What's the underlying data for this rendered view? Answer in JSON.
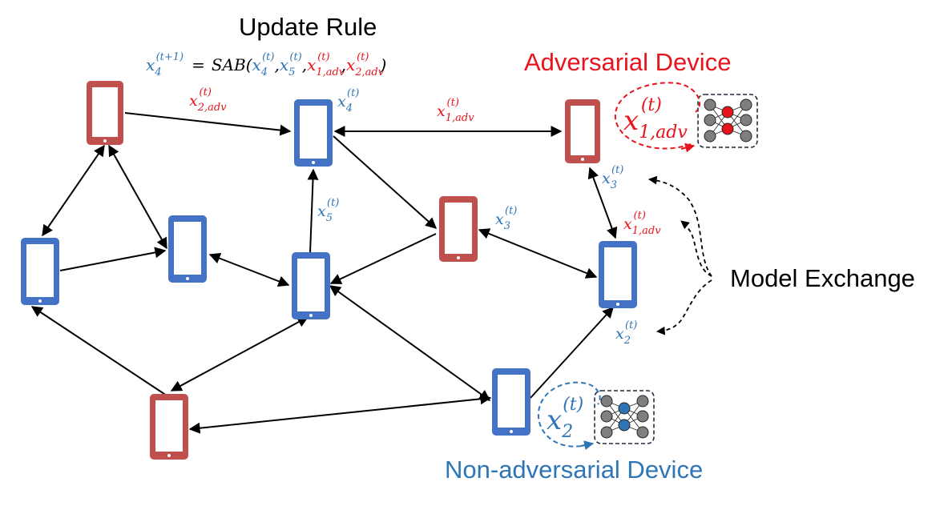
{
  "colors": {
    "adversarial": "#e8141d",
    "non_adversarial": "#2e75b6",
    "adv_device_fill": "#c0504d",
    "benign_device_fill": "#4472c4",
    "arrow": "#000000",
    "nn_node_gray": "#7f7f7f"
  },
  "title": "Update Rule",
  "update_rule": {
    "lhs_base": "x",
    "lhs_sub": "4",
    "lhs_sup": "(t+1)",
    "equals": "=",
    "func": "SAB",
    "open": "(",
    "close": ")",
    "comma": ",",
    "terms": [
      {
        "base": "x",
        "sub": "4",
        "sup": "(t)",
        "kind": "benign"
      },
      {
        "base": "x",
        "sub": "5",
        "sup": "(t)",
        "kind": "benign"
      },
      {
        "base": "x",
        "sub": "1,adv",
        "sup": "(t)",
        "kind": "adversarial"
      },
      {
        "base": "x",
        "sub": "2,adv",
        "sup": "(t)",
        "kind": "adversarial"
      }
    ]
  },
  "legend": {
    "adversarial_label": "Adversarial Device",
    "non_adversarial_label": "Non-adversarial Device",
    "model_exchange_label": "Model Exchange"
  },
  "labels": {
    "x2adv_edge": {
      "base": "x",
      "sub": "2,adv",
      "sup": "(t)"
    },
    "x4_near": {
      "base": "x",
      "sub": "4",
      "sup": "(t)"
    },
    "x1adv_edge": {
      "base": "x",
      "sub": "1,adv",
      "sup": "(t)"
    },
    "x5_edge": {
      "base": "x",
      "sub": "5",
      "sup": "(t)"
    },
    "x3_edge": {
      "base": "x",
      "sub": "3",
      "sup": "(t)"
    },
    "x3_right": {
      "base": "x",
      "sub": "3",
      "sup": "(t)"
    },
    "x1adv_right": {
      "base": "x",
      "sub": "1,adv",
      "sup": "(t)"
    },
    "x2_right": {
      "base": "x",
      "sub": "2",
      "sup": "(t)"
    },
    "x1adv_big": {
      "base": "x",
      "sub": "1,adv",
      "sup": "(t)"
    },
    "x2_big": {
      "base": "x",
      "sub": "2",
      "sup": "(t)"
    }
  },
  "devices": [
    {
      "id": "adv-top-left",
      "kind": "adversarial"
    },
    {
      "id": "benign-x4",
      "kind": "benign"
    },
    {
      "id": "adv-top-right",
      "kind": "adversarial"
    },
    {
      "id": "benign-left",
      "kind": "benign"
    },
    {
      "id": "benign-mid-left",
      "kind": "benign"
    },
    {
      "id": "adv-x3",
      "kind": "adversarial"
    },
    {
      "id": "benign-x5",
      "kind": "benign"
    },
    {
      "id": "benign-right",
      "kind": "benign"
    },
    {
      "id": "adv-bottom-left",
      "kind": "adversarial"
    },
    {
      "id": "benign-x2",
      "kind": "benign"
    }
  ]
}
